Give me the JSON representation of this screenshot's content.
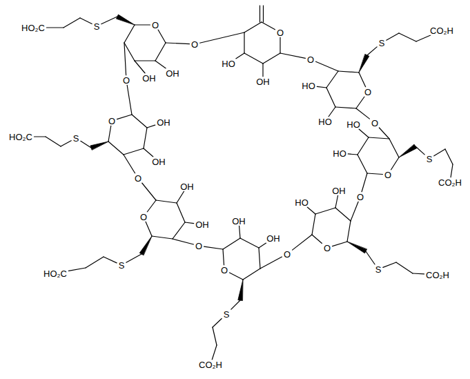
{
  "diagram": {
    "labels": [
      "HO₂C",
      "S",
      "O",
      "OH",
      "OH",
      "O",
      "O",
      "O",
      "OH",
      "HO",
      "O",
      "CO₂H",
      "S",
      "O",
      "HO",
      "HO",
      "O",
      "CO₂H",
      "S",
      "O",
      "HO",
      "HO",
      "O",
      "CO₂H",
      "S",
      "O",
      "HO",
      "OH",
      "O",
      "CO₂H",
      "S",
      "O",
      "OH",
      "OH",
      "O",
      "HO₂C",
      "S",
      "O",
      "OH",
      "OH",
      "O",
      "HO₂C",
      "S",
      "O",
      "OH",
      "OH"
    ]
  }
}
